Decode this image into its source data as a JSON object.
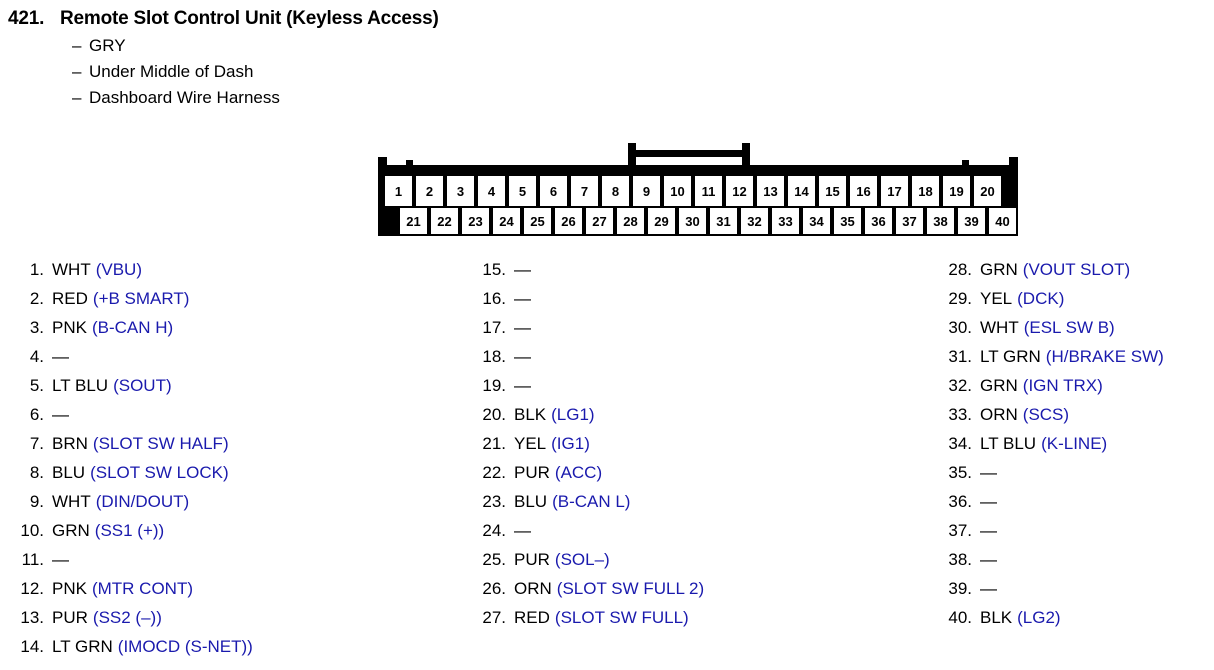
{
  "header": {
    "number": "421.",
    "title": "Remote Slot Control Unit (Keyless Access)",
    "dash": "–",
    "details": [
      "GRY",
      "Under Middle of Dash",
      "Dashboard Wire Harness"
    ]
  },
  "connector": {
    "top_row": [
      "1",
      "2",
      "3",
      "4",
      "5",
      "6",
      "7",
      "8",
      "9",
      "10",
      "11",
      "12",
      "13",
      "14",
      "15",
      "16",
      "17",
      "18",
      "19",
      "20"
    ],
    "bottom_row": [
      "21",
      "22",
      "23",
      "24",
      "25",
      "26",
      "27",
      "28",
      "29",
      "30",
      "31",
      "32",
      "33",
      "34",
      "35",
      "36",
      "37",
      "38",
      "39",
      "40"
    ]
  },
  "colors": {
    "signal_blue": "#1a1aad",
    "text_black": "#000000",
    "body_black": "#000000",
    "pin_white": "#ffffff"
  },
  "empty_marker": "—",
  "pins": {
    "column_1": [
      {
        "num": "1.",
        "color": "WHT",
        "signal": "(VBU)"
      },
      {
        "num": "2.",
        "color": "RED",
        "signal": "(+B SMART)"
      },
      {
        "num": "3.",
        "color": "PNK",
        "signal": "(B-CAN H)"
      },
      {
        "num": "4.",
        "color": "—",
        "signal": ""
      },
      {
        "num": "5.",
        "color": "LT BLU",
        "signal": "(SOUT)"
      },
      {
        "num": "6.",
        "color": "—",
        "signal": ""
      },
      {
        "num": "7.",
        "color": "BRN",
        "signal": "(SLOT SW HALF)"
      },
      {
        "num": "8.",
        "color": "BLU",
        "signal": "(SLOT SW LOCK)"
      },
      {
        "num": "9.",
        "color": "WHT",
        "signal": "(DIN/DOUT)"
      },
      {
        "num": "10.",
        "color": "GRN",
        "signal": "(SS1 (+))"
      },
      {
        "num": "11.",
        "color": "—",
        "signal": ""
      },
      {
        "num": "12.",
        "color": "PNK",
        "signal": "(MTR CONT)"
      },
      {
        "num": "13.",
        "color": "PUR",
        "signal": "(SS2 (–))"
      },
      {
        "num": "14.",
        "color": "LT GRN",
        "signal": "(IMOCD (S-NET))"
      }
    ],
    "column_2": [
      {
        "num": "15.",
        "color": "—",
        "signal": ""
      },
      {
        "num": "16.",
        "color": "—",
        "signal": ""
      },
      {
        "num": "17.",
        "color": "—",
        "signal": ""
      },
      {
        "num": "18.",
        "color": "—",
        "signal": ""
      },
      {
        "num": "19.",
        "color": "—",
        "signal": ""
      },
      {
        "num": "20.",
        "color": "BLK",
        "signal": "(LG1)"
      },
      {
        "num": "21.",
        "color": "YEL",
        "signal": "(IG1)"
      },
      {
        "num": "22.",
        "color": "PUR",
        "signal": "(ACC)"
      },
      {
        "num": "23.",
        "color": "BLU",
        "signal": "(B-CAN L)"
      },
      {
        "num": "24.",
        "color": "—",
        "signal": ""
      },
      {
        "num": "25.",
        "color": "PUR",
        "signal": "(SOL–)"
      },
      {
        "num": "26.",
        "color": "ORN",
        "signal": "(SLOT SW FULL 2)"
      },
      {
        "num": "27.",
        "color": "RED",
        "signal": "(SLOT SW FULL)"
      }
    ],
    "column_3": [
      {
        "num": "28.",
        "color": "GRN",
        "signal": "(VOUT SLOT)"
      },
      {
        "num": "29.",
        "color": "YEL",
        "signal": "(DCK)"
      },
      {
        "num": "30.",
        "color": "WHT",
        "signal": "(ESL SW B)"
      },
      {
        "num": "31.",
        "color": "LT GRN",
        "signal": "(H/BRAKE SW)"
      },
      {
        "num": "32.",
        "color": "GRN",
        "signal": "(IGN TRX)"
      },
      {
        "num": "33.",
        "color": "ORN",
        "signal": "(SCS)"
      },
      {
        "num": "34.",
        "color": "LT BLU",
        "signal": "(K-LINE)"
      },
      {
        "num": "35.",
        "color": "—",
        "signal": ""
      },
      {
        "num": "36.",
        "color": "—",
        "signal": ""
      },
      {
        "num": "37.",
        "color": "—",
        "signal": ""
      },
      {
        "num": "38.",
        "color": "—",
        "signal": ""
      },
      {
        "num": "39.",
        "color": "—",
        "signal": ""
      },
      {
        "num": "40.",
        "color": "BLK",
        "signal": "(LG2)"
      }
    ]
  }
}
